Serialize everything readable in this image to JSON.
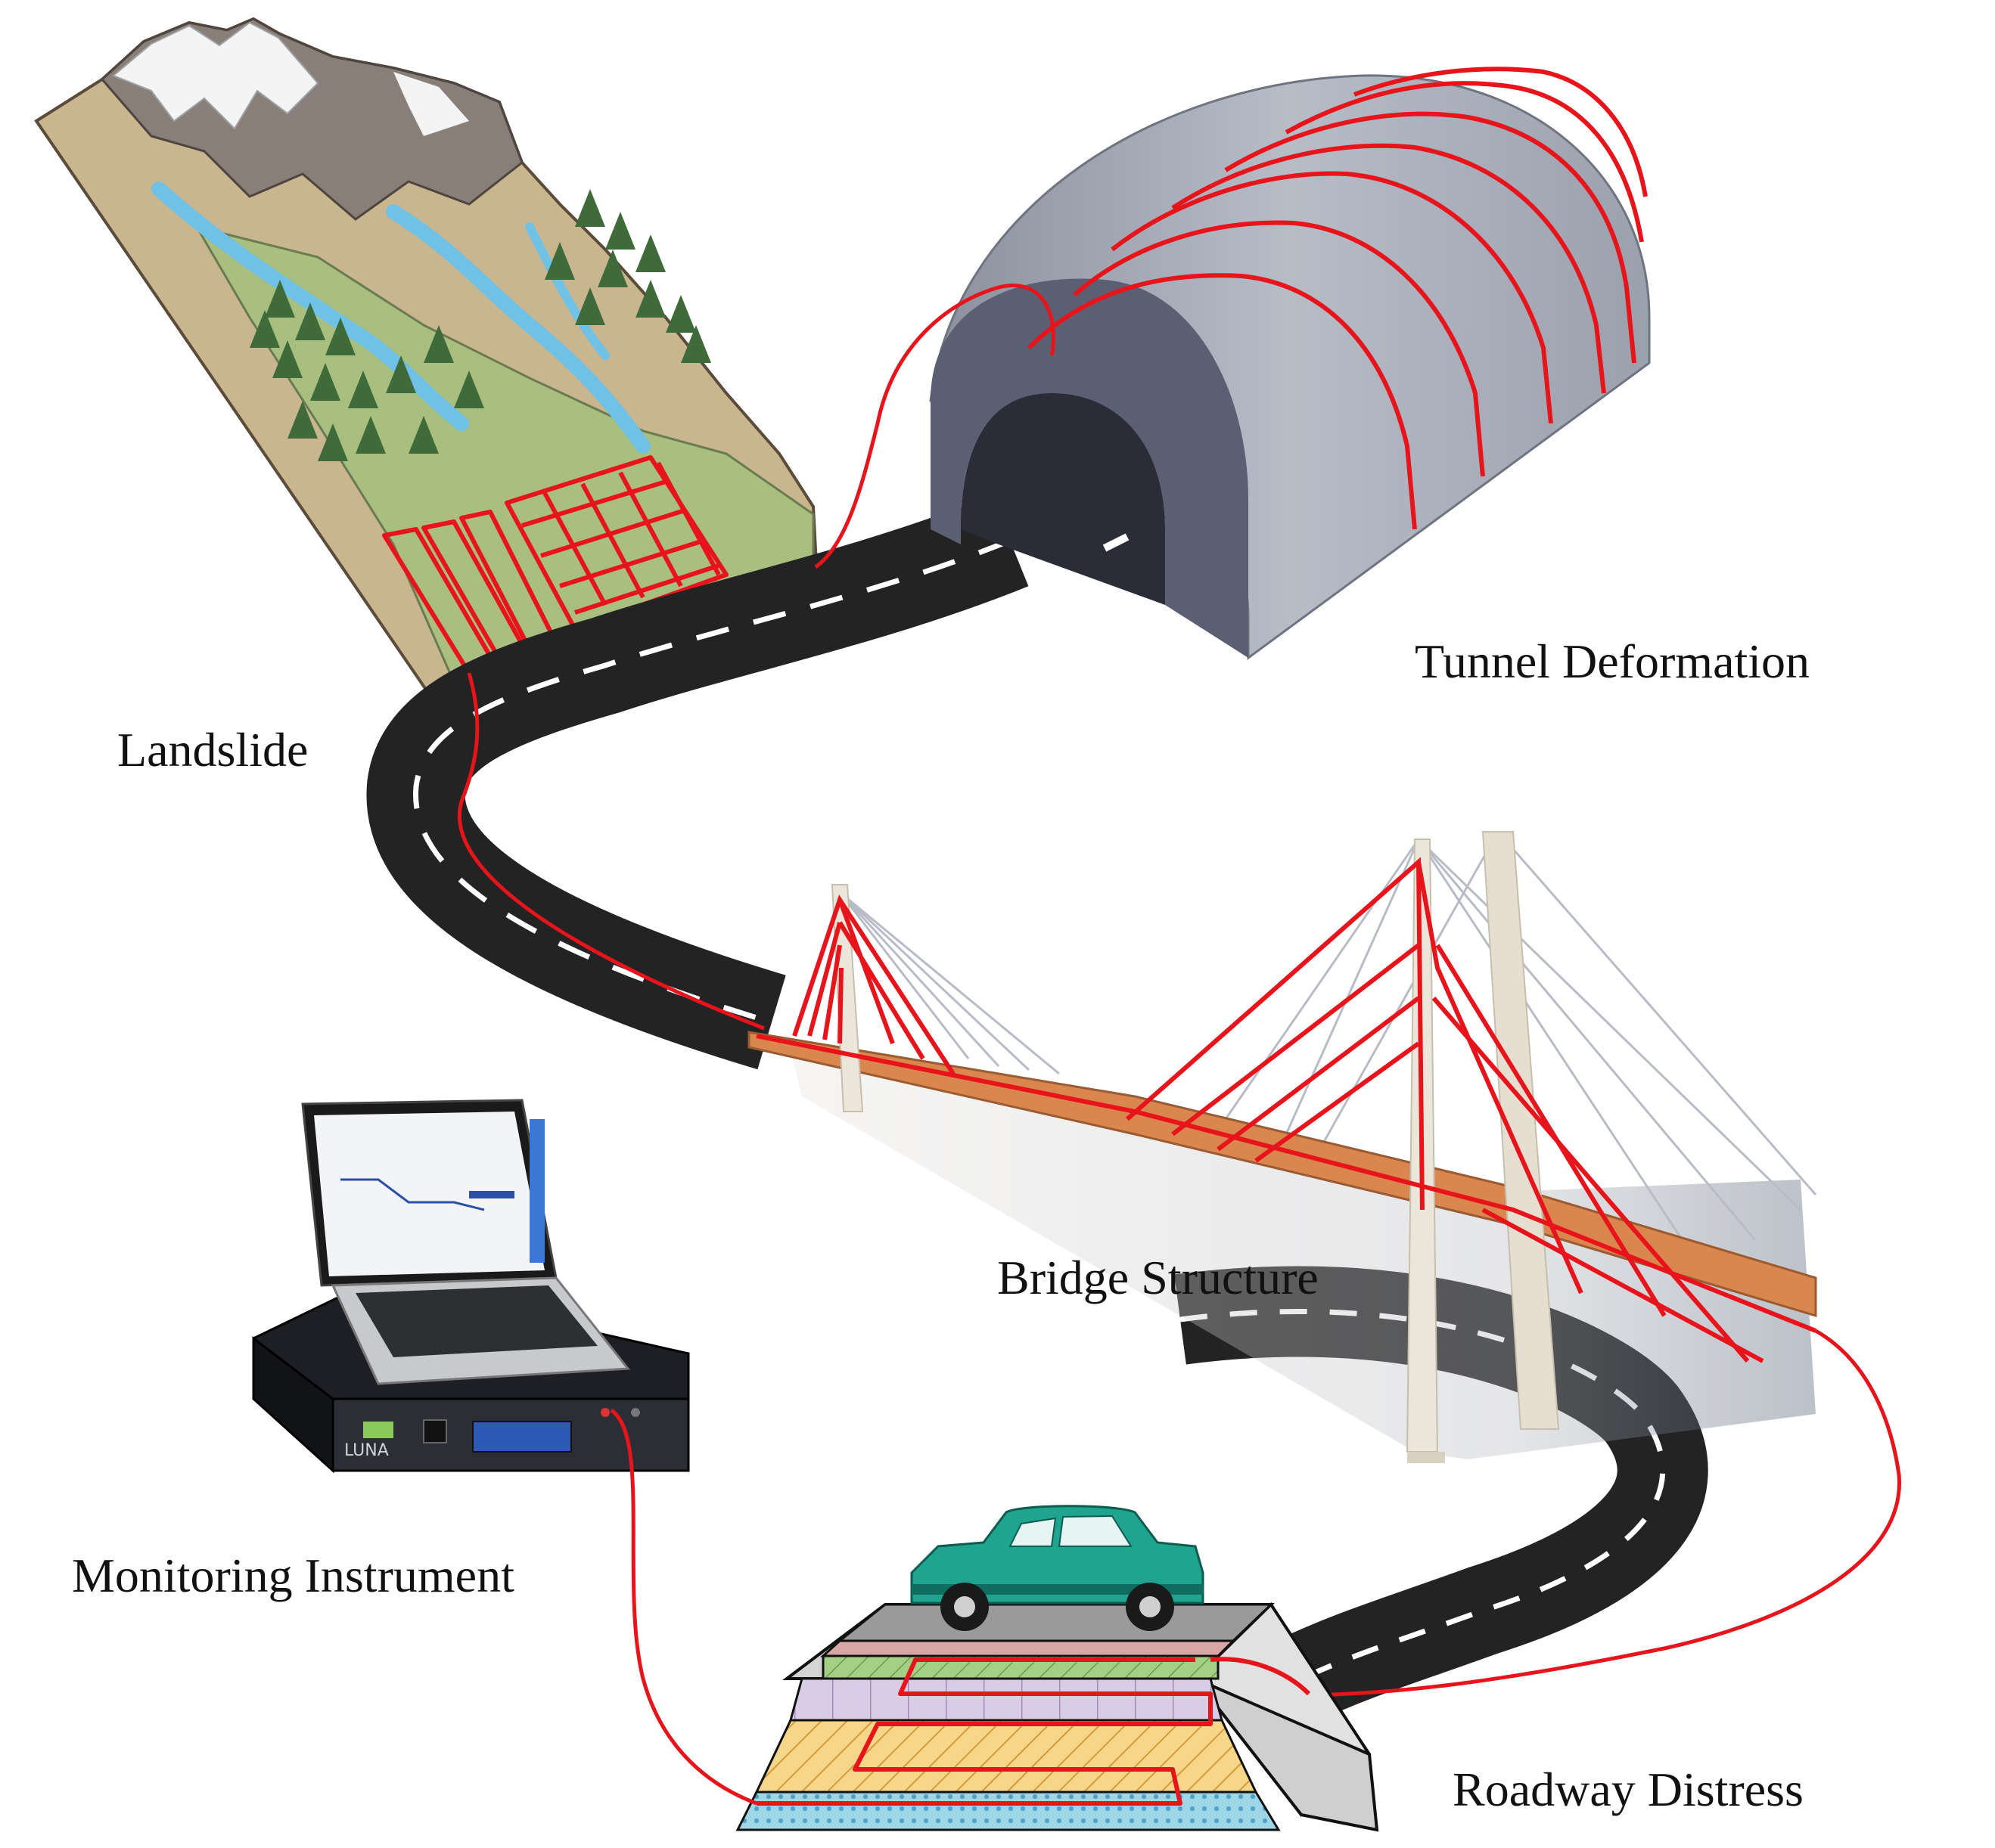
{
  "labels": {
    "landslide": "Landslide",
    "tunnel": "Tunnel Deformation",
    "bridge": "Bridge Structure",
    "monitor": "Monitoring Instrument",
    "roadway": "Roadway Distress"
  },
  "instrument": {
    "brand": "LUNA"
  },
  "colors": {
    "fiber": "#e8141b",
    "road": "#232323",
    "road_marking": "#ffffff",
    "tunnel": "#a8afbb",
    "tunnel_portal": "#2a2c38",
    "soil": "#c9b68f",
    "grass": "#a8bf7f",
    "snow": "#f4f4f4",
    "rock": "#8a7f78",
    "tree": "#3f6a3a",
    "water": "#6fc1e6",
    "bridge_pylon": "#ece6da",
    "bridge_deck": "#d9874f",
    "car": "#1fa58f"
  },
  "icons": {
    "laptop": "laptop-icon",
    "interrogator": "fiber-interrogator-icon",
    "car": "car-icon"
  }
}
